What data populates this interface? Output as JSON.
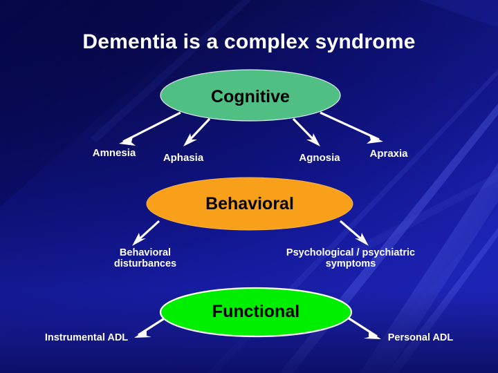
{
  "slide": {
    "title": "Dementia is a complex syndrome",
    "background_color": "#10148c",
    "background_accent_color": "#1a20ab"
  },
  "nodes": [
    {
      "id": "cognitive",
      "label": "Cognitive",
      "fill_color": "#4fbf84",
      "text_color": "#000000"
    },
    {
      "id": "behavioral",
      "label": "Behavioral",
      "fill_color": "#f9a01b",
      "text_color": "#000000"
    },
    {
      "id": "functional",
      "label": "Functional",
      "fill_color": "#00ee00",
      "text_color": "#000000"
    }
  ],
  "branches": {
    "cognitive": [
      {
        "id": "amnesia",
        "label": "Amnesia"
      },
      {
        "id": "aphasia",
        "label": "Aphasia"
      },
      {
        "id": "agnosia",
        "label": "Agnosia"
      },
      {
        "id": "apraxia",
        "label": "Apraxia"
      }
    ],
    "behavioral": [
      {
        "id": "behavioral-disturbances",
        "label": "Behavioral\ndisturbances",
        "line1": "Behavioral",
        "line2": "disturbances"
      },
      {
        "id": "psychological-psychiatric-symptoms",
        "label": "Psychological / psychiatric\nsymptoms",
        "line1": "Psychological / psychiatric",
        "line2": "symptoms"
      }
    ],
    "functional": [
      {
        "id": "instrumental-adl",
        "label": "Instrumental ADL"
      },
      {
        "id": "personal-adl",
        "label": "Personal ADL"
      }
    ]
  },
  "arrow_color": "#ffffff",
  "label_color": "#ffffff"
}
